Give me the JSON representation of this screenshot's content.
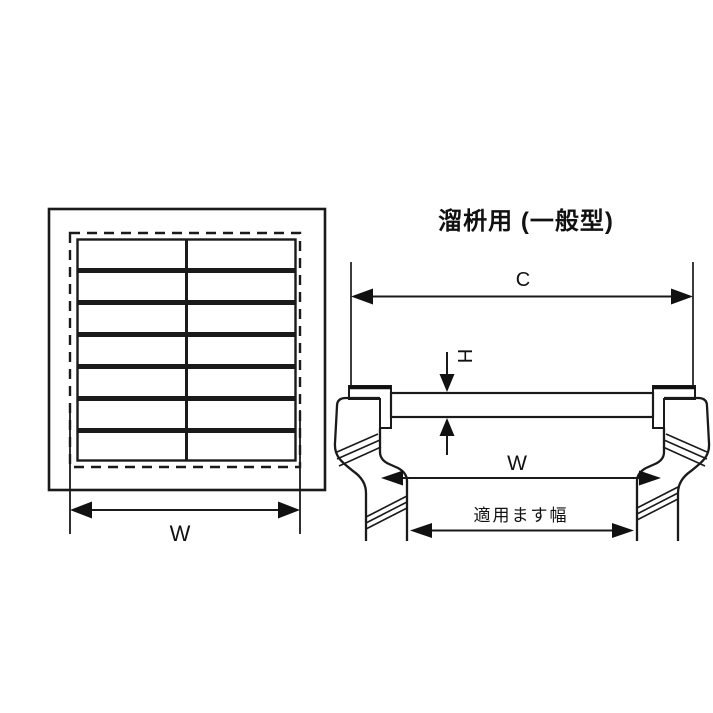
{
  "title": "溜枡用 (一般型)",
  "plan_view": {
    "description": "grating-plan-view",
    "w_label": "W",
    "grating": {
      "rows": 7,
      "columns": 2
    }
  },
  "section_view": {
    "description": "catch-basin-cross-section",
    "c_label": "C",
    "h_label": "H",
    "w_label": "W",
    "basin_width_label": "適用ます幅"
  },
  "colors": {
    "line": "#1a1a1a",
    "frame_fill": "#e4e4e4",
    "plate_fill": "#dcdcdc",
    "angle_fill": "#d0d0d0",
    "background": "#ffffff"
  }
}
